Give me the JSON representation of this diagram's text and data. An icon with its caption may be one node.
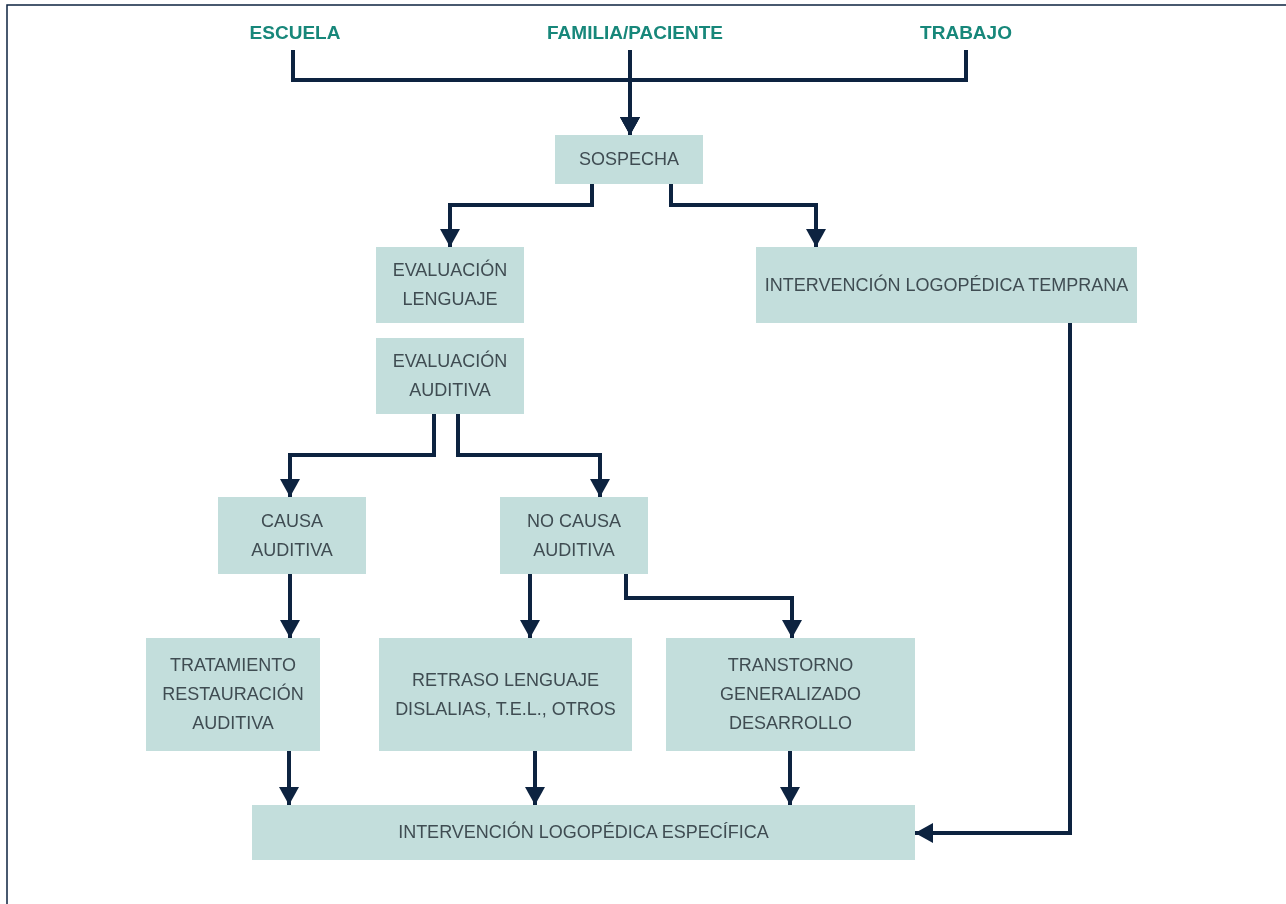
{
  "diagram": {
    "nodes": [
      {
        "text": [
          "ESCUELA"
        ]
      },
      {
        "text": [
          "FAMILIA/PACIENTE"
        ]
      },
      {
        "text": [
          "TRABAJO"
        ]
      },
      {
        "text": [
          "SOSPECHA"
        ]
      },
      {
        "text": [
          "EVALUACIÓN LENGUAJE"
        ]
      },
      {
        "text": [
          "EVALUACIÓN AUDITIVA"
        ]
      },
      {
        "text": [
          "INTERVENCIÓN LOGOPÉDICA TEMPRANA"
        ]
      },
      {
        "text": [
          "CAUSA AUDITIVA"
        ]
      },
      {
        "text": [
          "NO CAUSA AUDITIVA"
        ]
      },
      {
        "text": [
          "TRATAMIENTO RESTAURACIÓN AUDITIVA"
        ]
      },
      {
        "text": [
          "RETRASO LENGUAJE DISLALIAS, T.E.L., OTROS"
        ]
      },
      {
        "text": [
          "TRANSTORNO GENERALIZADO DESARROLLO"
        ]
      },
      {
        "text": [
          "INTERVENCIÓN LOGOPÉDICA ESPECÍFICA"
        ]
      }
    ],
    "edges": [
      {
        "from": 0,
        "to": 3,
        "arrow": "to"
      },
      {
        "from": 1,
        "to": 3,
        "arrow": "to"
      },
      {
        "from": 2,
        "to": 3,
        "arrow": "to"
      },
      {
        "from": 3,
        "to": 4,
        "arrow": "to"
      },
      {
        "from": 3,
        "to": 6,
        "arrow": "to"
      },
      {
        "from": 5,
        "to": 7,
        "arrow": "to"
      },
      {
        "from": 5,
        "to": 8,
        "arrow": "to"
      },
      {
        "from": 7,
        "to": 9,
        "arrow": "to"
      },
      {
        "from": 8,
        "to": 10,
        "arrow": "to"
      },
      {
        "from": 8,
        "to": 11,
        "arrow": "to"
      },
      {
        "from": 9,
        "to": 12,
        "arrow": "to"
      },
      {
        "from": 10,
        "to": 12,
        "arrow": "to"
      },
      {
        "from": 11,
        "to": 12,
        "arrow": "to"
      },
      {
        "from": 6,
        "to": 12,
        "arrow": "to"
      }
    ]
  }
}
